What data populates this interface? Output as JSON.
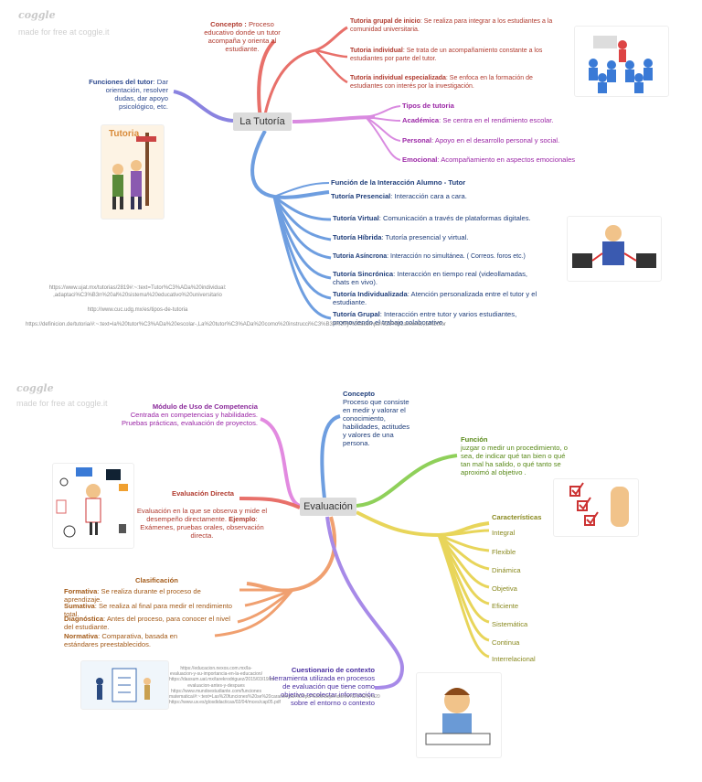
{
  "map1": {
    "watermark_logo": "coggle",
    "watermark_text": "made for free at coggle.it",
    "central": "La Tutoría",
    "concepto": {
      "title": "Concepto :",
      "text": "Proceso educativo donde un tutor acompaña y orienta al estudiante."
    },
    "funciones": {
      "title": "Funciones del tutor",
      "text": ": Dar orientación, resolver dudas, dar apoyo psicológico, etc."
    },
    "grupal": {
      "title": "Tutoria grupal de inicio",
      "text": ": Se realiza para integrar a los estudiantes a la comunidad universitaria."
    },
    "individual": {
      "title": "Tutoria individual",
      "text": ": Se trata de un acompañamiento constante a los estudiantes por parte del tutor."
    },
    "especializada": {
      "title": "Tutoría individual especializada",
      "text": ": Se enfoca en la formación de estudiantes con interés por la investigación."
    },
    "tipos": {
      "title": "Tipos de tutoria",
      "items": [
        {
          "k": "Académica",
          "v": ": Se centra en el rendimiento escolar."
        },
        {
          "k": "Personal",
          "v": ": Apoyo en el desarrollo personal y social."
        },
        {
          "k": "Emocional",
          "v": ": Acompañamiento en aspectos emocionales"
        }
      ]
    },
    "funcion_interaccion": {
      "title": "Función de la Interacción Alumno - Tutor",
      "items": [
        {
          "k": "Tutoría Presencial",
          "v": ": Interacción cara a cara."
        },
        {
          "k": "Tutoría Virtual",
          "v": ": Comunicación a través de plataformas digitales."
        },
        {
          "k": "Tutoría Híbrida",
          "v": ": Tutoría presencial y virtual."
        },
        {
          "k": "Tutoria Asíncrona",
          "v": ": Interacción no simultánea. ( Correos. foros etc.)"
        },
        {
          "k": "Tutoría Sincrónica",
          "v": ": Interacción en tiempo real (videollamadas, chats en vivo)."
        },
        {
          "k": "Tutoría Individualizada",
          "v": ": Atención personalizada entre el tutor y el estudiante."
        },
        {
          "k": "Tutoría Grupal",
          "v": ": Interacción entre tutor y varios estudiantes, promoviendo el trabajo colaborativo."
        }
      ]
    },
    "image_label": "Tutoria",
    "links": [
      "https://www.ujat.mx/tutorias/2819#:~:text=Tutor%C3%ADa%20individual: ,adaptaci%C3%B3n%20al%20sistema%20educativo%20universitario",
      "http://www.cuc.udg.mx/es/tipos-de-tutoria",
      "https://definicion.de/tutoria/#:~:text=la%20tutor%C3%ADa%20escolar-,La%20tutor%C3%ADa%20como%20instrucci%C3%B3n%20y%20acompa%C3%B1amiento,la%20for"
    ]
  },
  "map2": {
    "watermark_logo": "coggle",
    "watermark_text": "made for free at coggle.it",
    "central": "Evaluación",
    "modulo": {
      "title": "Módulo de Uso de Competencia",
      "text": "Centrada en competencias y habilidades. Pruebas prácticas, evaluación de proyectos."
    },
    "concepto": {
      "title": "Concepto",
      "text": "Proceso que consiste en medir y valorar el conocimiento, habilidades, actitudes y valores de una persona."
    },
    "funcion": {
      "title": "Función",
      "text": "juzgar o medir un procedimiento, o sea, de indicar qué tan bien o qué tan mal ha salido, o qué tanto se aproximó al objetivo ."
    },
    "directa": {
      "title": "Evaluación Directa",
      "text1": "Evaluación en la que se observa y mide el desempeño directamente. ",
      "ej": "Ejemplo",
      "text2": ": Exámenes, pruebas orales, observación directa."
    },
    "caracteristicas": {
      "title": "Características",
      "items": [
        "Integral",
        "Flexible",
        "Dinámica",
        "Objetiva",
        "Eficiente",
        "Sistemática",
        "Continua",
        "Interrelacional"
      ]
    },
    "clasificacion": {
      "title": "Clasificación",
      "items": [
        {
          "k": "Formativa",
          "v": ": Se realiza durante el proceso de aprendizaje."
        },
        {
          "k": "Sumativa",
          "v": ": Se realiza al final para medir el rendimiento total."
        },
        {
          "k": "Diagnóstica",
          "v": ": Antes del proceso, para conocer el nivel del estudiante."
        },
        {
          "k": "Normativa",
          "v": ": Comparativa, basada en estándares preestablecidos."
        }
      ]
    },
    "cuestionario": {
      "title": "Cuestionario de contexto",
      "text": "Herramienta utilizada en procesos de evaluación que tiene como objetivo recolectar información sobre el entorno o contexto"
    },
    "links": "https://educacion.nexos.com.mx/la-evaluacion-y-su-importancia-en-la-educacion/ https://dassum.uat.mx/tarekrodriguez/2015/03/19/la-evaluacion-antes-y-despues https://www.mundoestudiante.com/funciones matematica/#:~:text=Las%20funciones%20se%20caracterizan%20por%20independiente%2C%20y%20 https://www.uv.es/glosdidacticas/02/04/mces/cap05.pdf"
  }
}
